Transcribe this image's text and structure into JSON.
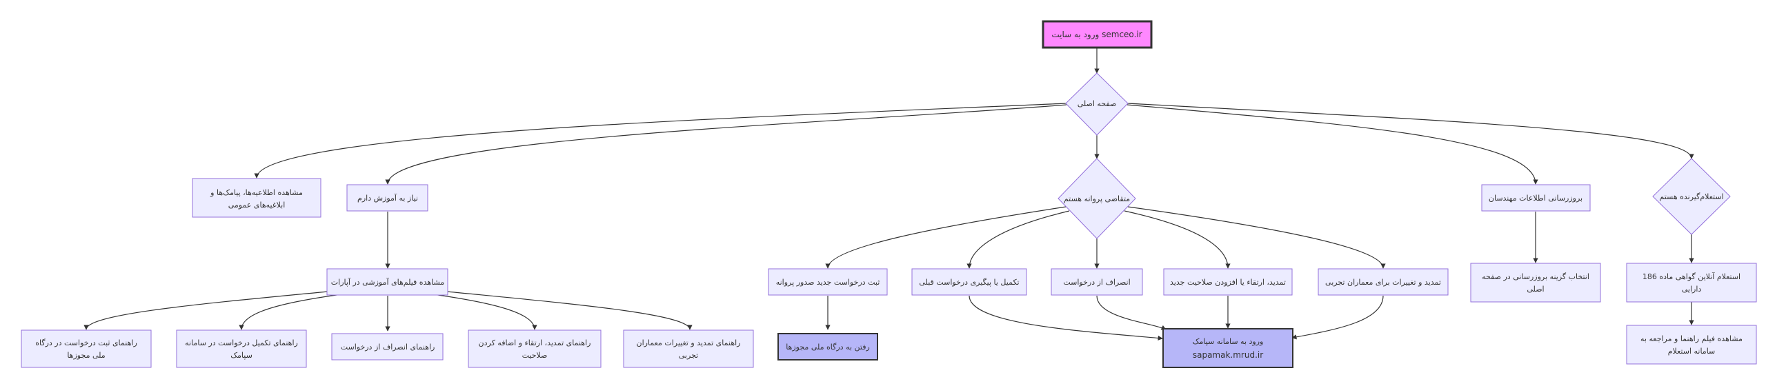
{
  "nodes": {
    "start": {
      "line1": "ورود به سایت semceo.ir"
    },
    "home": {
      "line1": "صفحه اصلی"
    },
    "view_notices": {
      "line1": "مشاهده اطلاعیه‌ها، پیامک‌ها و",
      "line2": "ابلاغیه‌های عمومی"
    },
    "need_training": {
      "line1": "نیاز به آموزش دارم"
    },
    "watch_videos": {
      "line1": "مشاهده فیلم‌های آموزشی در آپارات"
    },
    "guide_submit": {
      "line1": "راهنمای ثبت درخواست در درگاه",
      "line2": "ملی مجوزها"
    },
    "guide_complete": {
      "line1": "راهنمای تکمیل درخواست در سامانه",
      "line2": "سپامک"
    },
    "guide_cancel": {
      "line1": "راهنمای انصراف از درخواست"
    },
    "guide_renew": {
      "line1": "راهنمای تمدید، ارتقاء و اضافه کردن",
      "line2": "صلاحیت"
    },
    "guide_architects": {
      "line1": "راهنمای تمدید و تغییرات معماران",
      "line2": "تجربی"
    },
    "applicant": {
      "line1": "متقاضی پروانه هستم"
    },
    "new_request": {
      "line1": "ثبت درخواست جدید صدور پروانه"
    },
    "national_portal": {
      "line1": "رفتن به درگاه ملی مجوزها"
    },
    "follow_previous": {
      "line1": "تکمیل یا پیگیری درخواست قبلی"
    },
    "cancel_request": {
      "line1": "انصراف از درخواست"
    },
    "renew_upgrade": {
      "line1": "تمدید، ارتقاء یا افزودن صلاحیت جدید"
    },
    "architects_changes": {
      "line1": "تمدید و تغییرات برای معماران تجربی"
    },
    "sapamak": {
      "line1": "ورود به سامانه سپامک",
      "line2": "sapamak.mrud.ir"
    },
    "update_engineer": {
      "line1": "بروزرسانی اطلاعات مهندسان"
    },
    "choose_update": {
      "line1": "انتخاب گزینه بروزرسانی در صفحه",
      "line2": "اصلی"
    },
    "inquirer": {
      "line1": "استعلام‌گیرنده هستم"
    },
    "online_inquiry": {
      "line1": "استعلام آنلاین گواهی ماده 186",
      "line2": "دارایی"
    },
    "view_film": {
      "line1": "مشاهده فیلم راهنما و مراجعه به",
      "line2": "سامانه استعلام"
    }
  }
}
